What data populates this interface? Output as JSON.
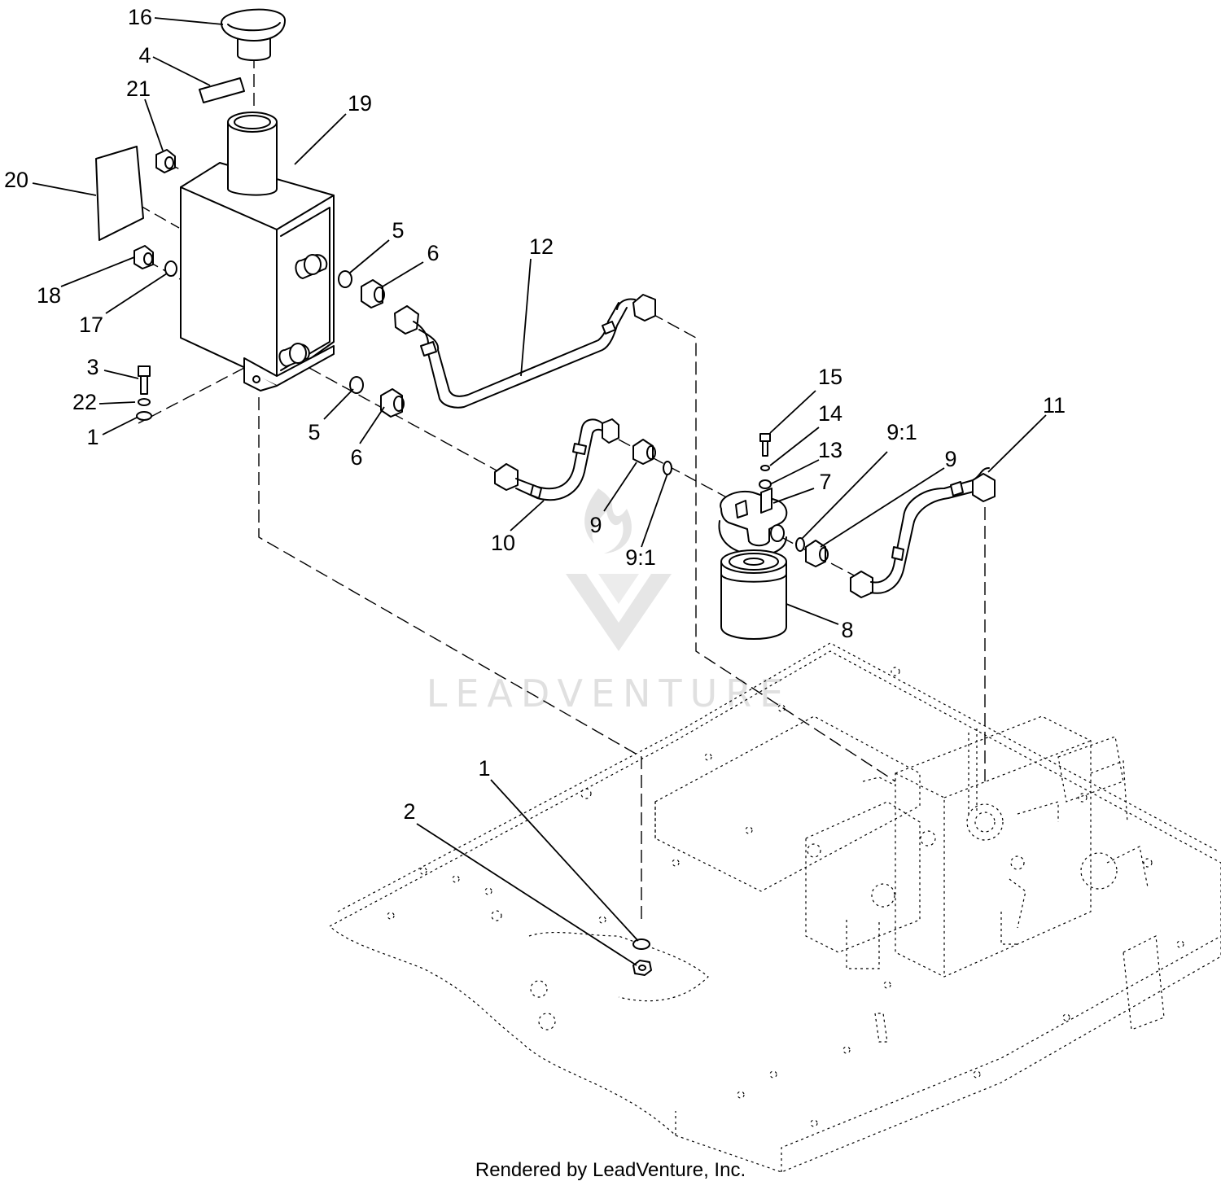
{
  "callouts": [
    "16",
    "4",
    "21",
    "19",
    "20",
    "5",
    "6",
    "12",
    "18",
    "17",
    "3",
    "22",
    "1",
    "5",
    "6",
    "15",
    "14",
    "13",
    "9:1",
    "7",
    "9",
    "11",
    "10",
    "9",
    "9:1",
    "8",
    "1",
    "2"
  ],
  "watermark": "LEADVENTURE",
  "footer": "Rendered by LeadVenture, Inc."
}
